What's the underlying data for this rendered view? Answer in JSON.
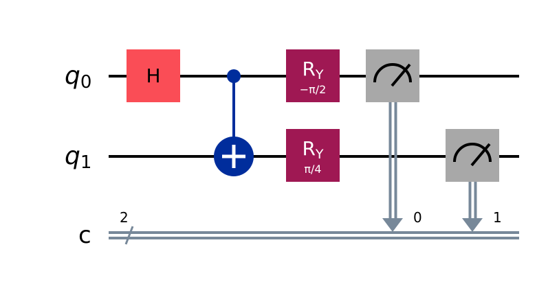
{
  "colors": {
    "wire": "#000000",
    "classical_wire": "#778899",
    "h_gate": "#fa4d56",
    "ry_gate": "#9f1853",
    "cnot": "#002d9c",
    "measure": "#a8a8a8"
  },
  "wires": {
    "q0": {
      "name": "q",
      "index": "0"
    },
    "q1": {
      "name": "q",
      "index": "1"
    },
    "c": {
      "name": "c",
      "size": "2"
    }
  },
  "gates": {
    "h": {
      "label": "H",
      "qubit": 0
    },
    "cnot": {
      "control": 0,
      "target": 1,
      "icon": "plus-icon"
    },
    "ry0": {
      "label": "R",
      "sub": "Y",
      "param": "−π/2",
      "qubit": 0
    },
    "ry1": {
      "label": "R",
      "sub": "Y",
      "param": "π/4",
      "qubit": 1
    },
    "measure0": {
      "qubit": 0,
      "clbit": "0",
      "icon": "meter-icon"
    },
    "measure1": {
      "qubit": 1,
      "clbit": "1",
      "icon": "meter-icon"
    }
  }
}
